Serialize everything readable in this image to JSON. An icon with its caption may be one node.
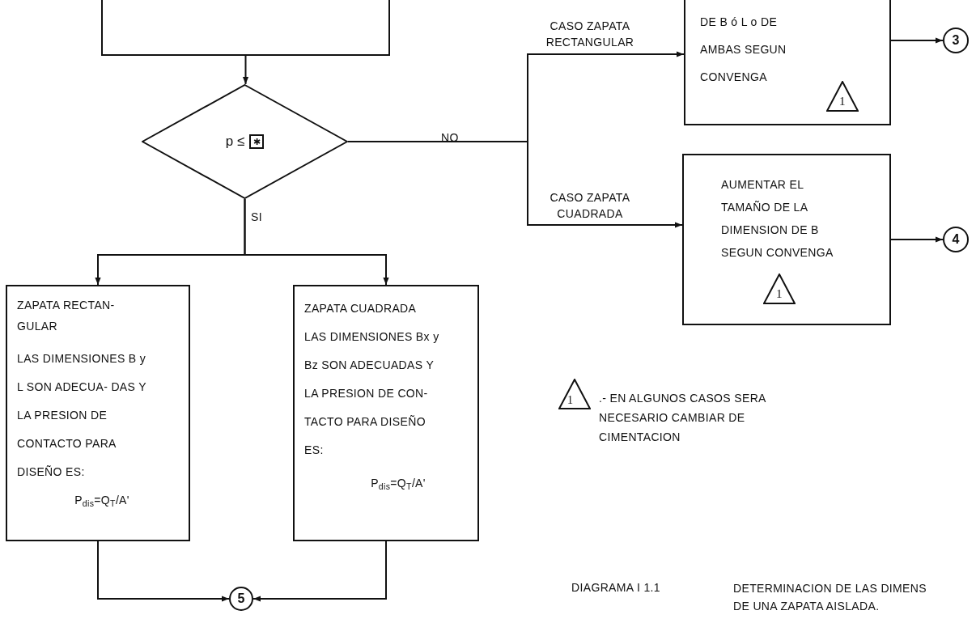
{
  "diagram": {
    "caption": "DETERMINACION DE LAS DIMENS DE UNA ZAPATA AISLADA.",
    "nodes": [
      {
        "text": [],
        "shape": "box"
      },
      {
        "text": [
          "p ≤"
        ]
      },
      {
        "text": [
          "✱"
        ],
        "in": 1
      },
      {
        "text": [
          "DE B ó L o DE AMBAS SEGUN CONVENGA"
        ]
      },
      {
        "text": [
          "1"
        ],
        "in": 3
      },
      {
        "text": [
          "AUMENTAR EL TAMAÑO DE LA DIMENSION DE B SEGUN CONVENGA"
        ]
      },
      {
        "text": [
          "1"
        ],
        "in": 5
      },
      {
        "text": [
          "3"
        ]
      },
      {
        "text": [
          "4"
        ]
      },
      {
        "text": [
          "ZAPATA RECTAN- GULAR",
          "LAS DIMENSIONES B y L SON ADECUA- DAS Y LA PRESION DE CONTACTO PARA DISEÑO ES:",
          "P$_{dis}$=Q$_{T}$/A'"
        ]
      },
      {
        "text": [
          "ZAPATA CUADRADA",
          "LAS DIMENSIONES Bx y Bz SON ADECUADAS Y LA PRESION DE CON- TACTO PARA DISEÑO ES:",
          "P$_{dis}$=Q$_{T}$/A'"
        ]
      },
      {
        "text": [
          "5"
        ]
      }
    ],
    "edges": [
      {
        "from": 0,
        "to": 1,
        "arrow": "to"
      },
      {
        "from": 1,
        "to": 3,
        "arrow": "to",
        "label": "CASO ZAPATA RECTANGULAR"
      },
      {
        "from": 1,
        "to": 5,
        "arrow": "to",
        "label": "CASO ZAPATA CUADRADA"
      },
      {
        "from": 3,
        "to": 7,
        "arrow": "to"
      },
      {
        "from": 5,
        "to": 8,
        "arrow": "to"
      },
      {
        "from": 1,
        "to": 9,
        "arrow": "to"
      },
      {
        "from": 1,
        "to": 10,
        "arrow": "to"
      },
      {
        "from": 9,
        "to": 11,
        "arrow": "to"
      },
      {
        "from": 10,
        "to": 11,
        "arrow": "to"
      }
    ],
    "labels": [
      "NO",
      "SI",
      "1",
      "DIAGRAMA I 1.1"
    ],
    "legend": [
      {
        "text": ".- EN ALGUNOS CASOS SERA NECESARIO CAMBIAR DE CIMENTACION"
      }
    ]
  }
}
